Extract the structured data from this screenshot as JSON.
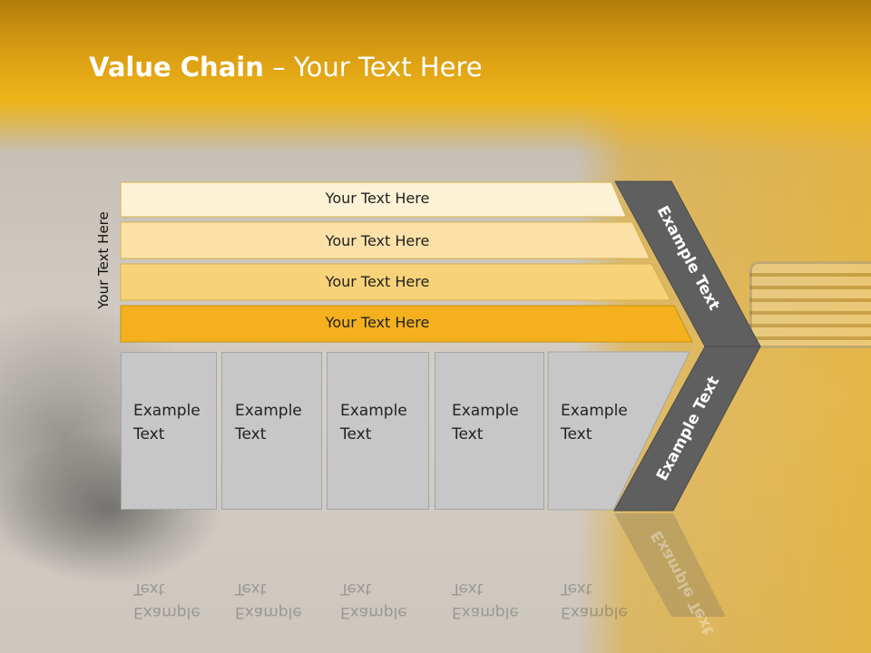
{
  "slide": {
    "title_bold": "Value Chain",
    "title_rest": " – Your Text Here",
    "side_label": "Your Text Here",
    "stripes": [
      {
        "label": "Your Text Here",
        "color": "#fdf1d6"
      },
      {
        "label": "Your Text Here",
        "color": "#fbe1a8"
      },
      {
        "label": "Your Text Here",
        "color": "#f8d278"
      },
      {
        "label": "Your Text Here",
        "color": "#f4b01d"
      }
    ],
    "boxes": [
      {
        "label": "Example\nText"
      },
      {
        "label": "Example\nText"
      },
      {
        "label": "Example\nText"
      },
      {
        "label": "Example\nText"
      },
      {
        "label": "Example\nText"
      }
    ],
    "chevron_top_label": "Example Text",
    "chevron_bottom_label": "Example Text",
    "chevron_color": "#5f5f5f",
    "box_color": "#c7c7c7"
  }
}
